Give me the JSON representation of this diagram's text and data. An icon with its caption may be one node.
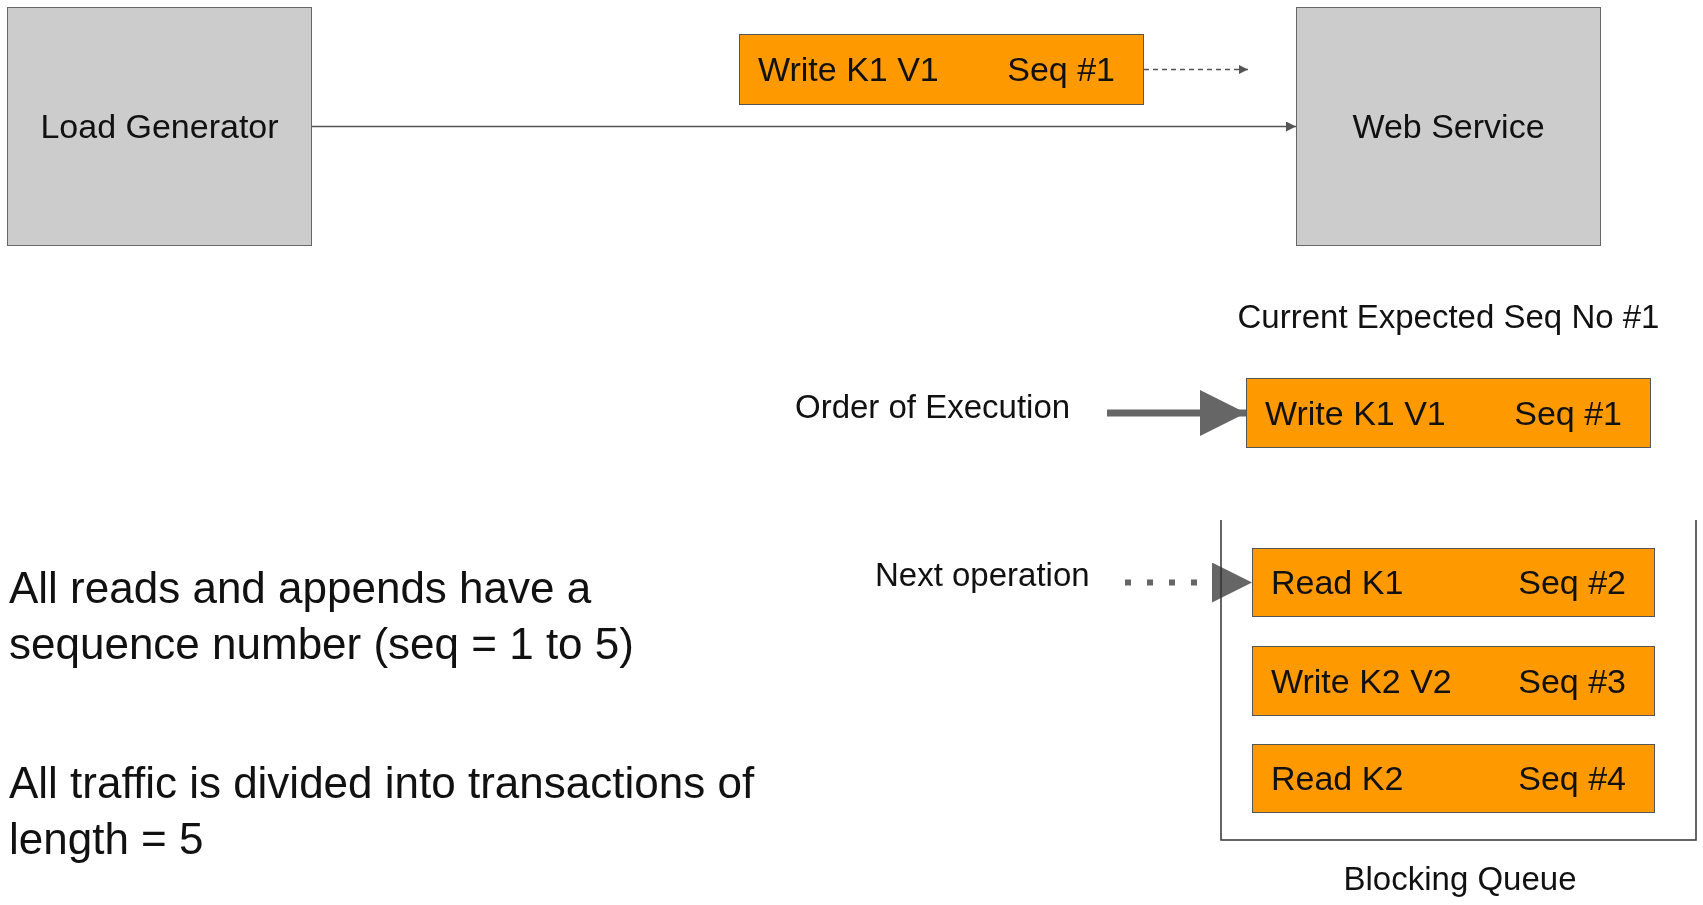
{
  "diagram": {
    "nodes": [
      {
        "text": [
          "Load Generator"
        ]
      },
      {
        "text": [
          "Web Service"
        ]
      },
      {
        "text": [
          "Write K1 V1",
          "Seq #1"
        ]
      },
      {
        "text": [
          "Order of Execution"
        ]
      },
      {
        "text": [
          "Write K1 V1",
          "Seq #1"
        ],
        "beside": [
          "Current Expected Seq No #1"
        ]
      },
      {
        "text": [
          "Blocking Queue"
        ]
      },
      {
        "text": [
          "Read K1",
          "Seq #2"
        ],
        "in": 5
      },
      {
        "text": [
          "Write K2 V2",
          "Seq #3"
        ],
        "in": 5
      },
      {
        "text": [
          "Read K2",
          "Seq #4"
        ],
        "in": 5
      },
      {
        "text": [
          "Next operation"
        ]
      }
    ],
    "edges": [
      {
        "from": 0,
        "to": 1,
        "arrow": "to"
      },
      {
        "from": 2,
        "to": null,
        "arrow": "to",
        "style": "dashed"
      },
      {
        "from": 3,
        "to": 4,
        "arrow": "to",
        "style": "thick"
      },
      {
        "from": 9,
        "to": 6,
        "arrow": "to",
        "style": "dashed"
      }
    ],
    "labels": [
      "All reads and appends have a sequence number (seq = 1 to 5)",
      "All traffic is divided into transactions of length = 5"
    ]
  }
}
